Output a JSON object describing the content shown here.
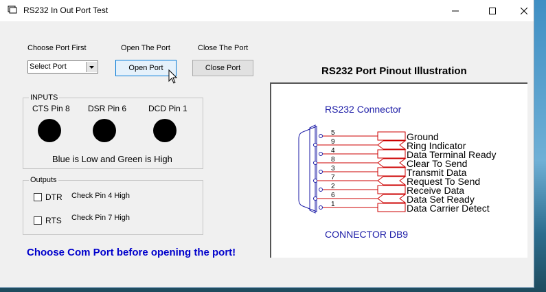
{
  "window": {
    "title": "RS232 In Out Port Test"
  },
  "port": {
    "choose_label": "Choose Port First",
    "select_value": "Select Port",
    "open_label": "Open The Port",
    "open_button": "Open Port",
    "close_label": "Close The Port",
    "close_button": "Close Port"
  },
  "inputs": {
    "group_title": "INPUTS",
    "cts": "CTS Pin 8",
    "dsr": "DSR Pin 6",
    "dcd": "DCD Pin 1",
    "note": "Blue is Low and Green is High",
    "indicator_color": "#000000"
  },
  "outputs": {
    "group_title": "Outputs",
    "dtr_label": "DTR",
    "dtr_hint": "Check Pin 4 High",
    "rts_label": "RTS",
    "rts_hint": "Check Pin 7 High"
  },
  "warning": "Choose Com Port before opening the port!",
  "pinout": {
    "title": "RS232 Port Pinout Illustration",
    "connector_title": "RS232 Connector",
    "connector_footer": "CONNECTOR DB9",
    "pins": [
      {
        "num": "5",
        "name": "Ground"
      },
      {
        "num": "9",
        "name": "Ring Indicator"
      },
      {
        "num": "4",
        "name": "Data Terminal Ready"
      },
      {
        "num": "8",
        "name": "Clear To Send"
      },
      {
        "num": "3",
        "name": "Transmit Data"
      },
      {
        "num": "7",
        "name": "Request To Send"
      },
      {
        "num": "2",
        "name": "Receive Data"
      },
      {
        "num": "6",
        "name": "Data Set Ready"
      },
      {
        "num": "1",
        "name": "Data Carrier Detect"
      }
    ],
    "line_color": "#cc0000",
    "outline_color": "#1a1aa6"
  }
}
